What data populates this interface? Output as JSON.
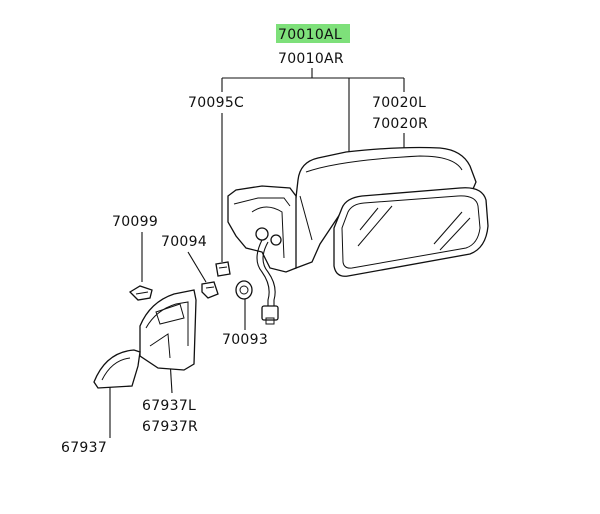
{
  "diagram": {
    "labels": {
      "assembly_left": "70010AL",
      "assembly_right": "70010AR",
      "cover_left": "70020L",
      "cover_right": "70020R",
      "screw": "70095C",
      "clip_a": "70099",
      "clip_b": "70094",
      "grommet": "70093",
      "garnish_left": "67937L",
      "garnish_right": "67937R",
      "cap": "67937"
    },
    "highlight_color": "#7ee07a"
  }
}
